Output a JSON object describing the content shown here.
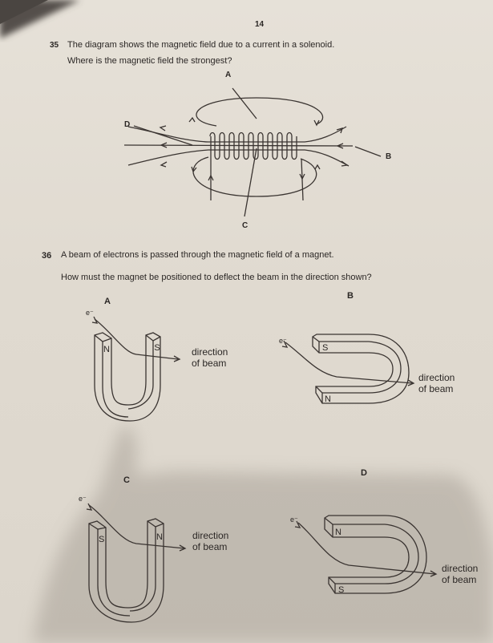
{
  "page": {
    "page_number": "14"
  },
  "question_35": {
    "number": "35",
    "stem": "The diagram shows the magnetic field due to a current in a solenoid.",
    "prompt": "Where is the magnetic field the strongest?",
    "diagram_labels": {
      "A": "A",
      "B": "B",
      "C": "C",
      "D": "D"
    }
  },
  "question_36": {
    "number": "36",
    "stem": "A beam of electrons is passed through the magnetic field of a magnet.",
    "prompt": "How must the magnet be positioned to deflect the beam in the direction shown?",
    "options": [
      {
        "label": "A",
        "orientation": "vertical U",
        "left_pole": "N",
        "right_pole": "S",
        "electron": "e⁻",
        "direction_line1": "direction",
        "direction_line2": "of beam"
      },
      {
        "label": "B",
        "orientation": "horizontal U",
        "top_pole": "S",
        "bottom_pole": "N",
        "electron": "e⁻",
        "direction_line1": "direction",
        "direction_line2": "of beam"
      },
      {
        "label": "C",
        "orientation": "vertical U",
        "left_pole": "S",
        "right_pole": "N",
        "electron": "e⁻",
        "direction_line1": "direction",
        "direction_line2": "of beam"
      },
      {
        "label": "D",
        "orientation": "horizontal U",
        "top_pole": "N",
        "bottom_pole": "S",
        "electron": "e⁻",
        "direction_line1": "direction",
        "direction_line2": "of beam"
      }
    ]
  }
}
